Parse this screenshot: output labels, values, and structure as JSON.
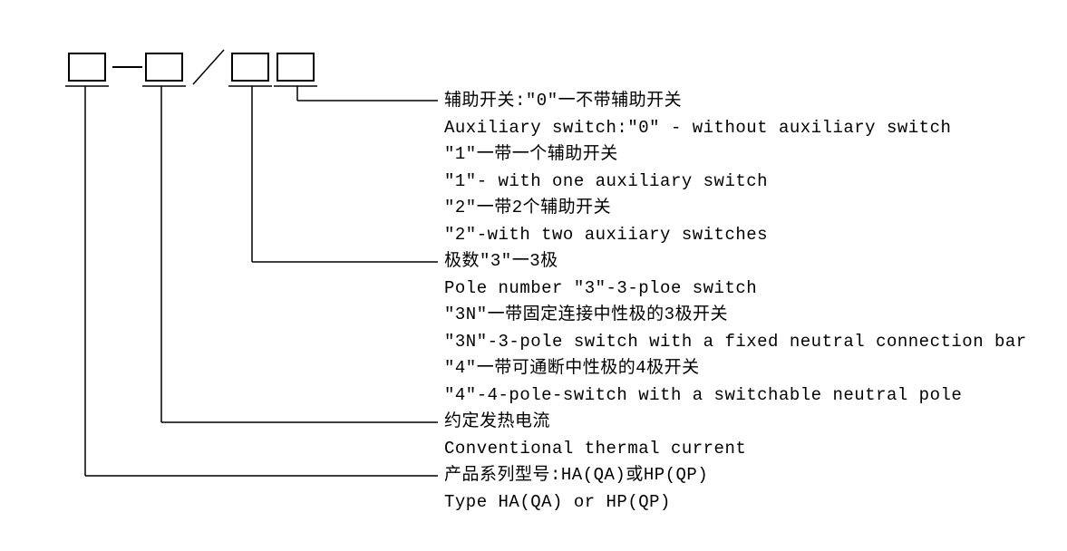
{
  "colors": {
    "line": "#000000",
    "background": "#ffffff"
  },
  "designation_boxes": [
    "box-1",
    "box-2",
    "box-3",
    "box-4"
  ],
  "labels": [
    "辅助开关:\"0\"一不带辅助开关",
    "Auxiliary switch:\"0\" - without auxiliary switch",
    "\"1\"一带一个辅助开关",
    "\"1\"- with one auxiliary switch",
    "\"2\"一带2个辅助开关",
    "\"2\"-with two auxiiary switches",
    "极数\"3\"一3极",
    "Pole number \"3\"-3-ploe switch",
    "\"3N\"一带固定连接中性极的3极开关",
    "\"3N\"-3-pole switch with a fixed neutral connection bar",
    "\"4\"一带可通断中性极的4极开关",
    "\"4\"-4-pole-switch with a switchable neutral pole",
    "约定发热电流",
    "Conventional thermal current",
    "产品系列型号:HA(QA)或HP(QP)",
    "Type HA(QA) or HP(QP)"
  ]
}
